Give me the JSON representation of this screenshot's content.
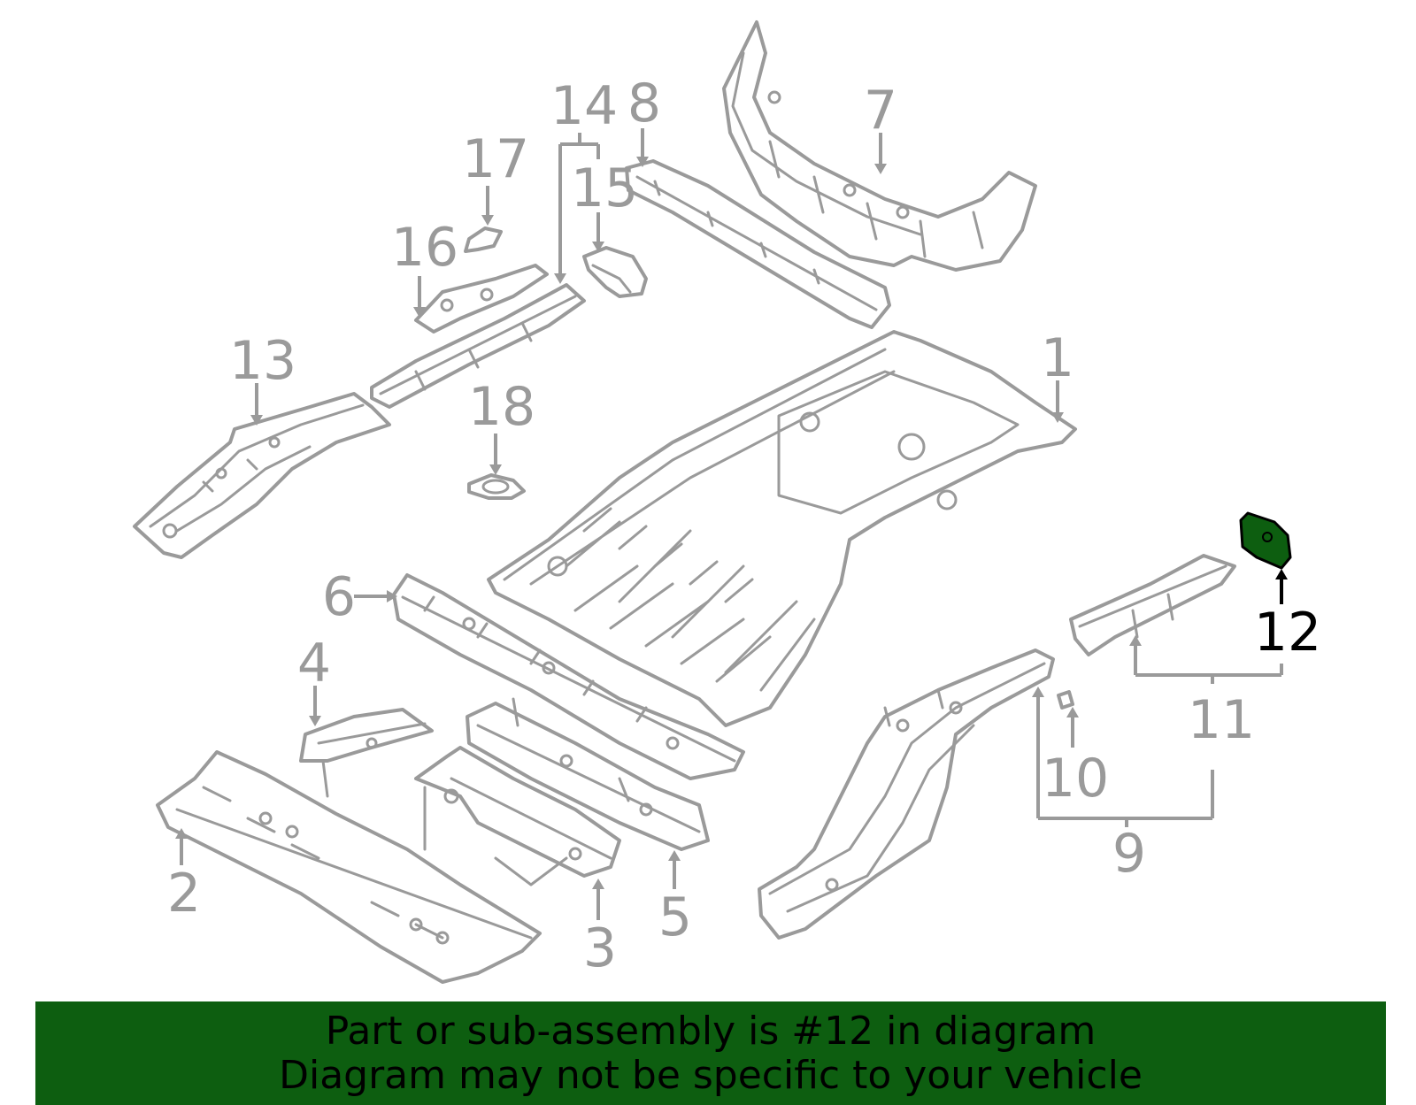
{
  "diagram": {
    "highlighted_part": "12",
    "colors": {
      "line": "#9a9a9a",
      "highlight_fill": "#0d5e10",
      "highlight_text": "#000000",
      "banner_bg": "#0d5e10"
    },
    "callouts": {
      "c1": "1",
      "c2": "2",
      "c3": "3",
      "c4": "4",
      "c5": "5",
      "c6": "6",
      "c7": "7",
      "c8": "8",
      "c9": "9",
      "c10": "10",
      "c11": "11",
      "c12": "12",
      "c13": "13",
      "c14": "14",
      "c15": "15",
      "c16": "16",
      "c17": "17",
      "c18": "18"
    }
  },
  "banner": {
    "line1": "Part or sub-assembly is #12 in diagram",
    "line2": "Diagram may not be specific to your vehicle"
  }
}
